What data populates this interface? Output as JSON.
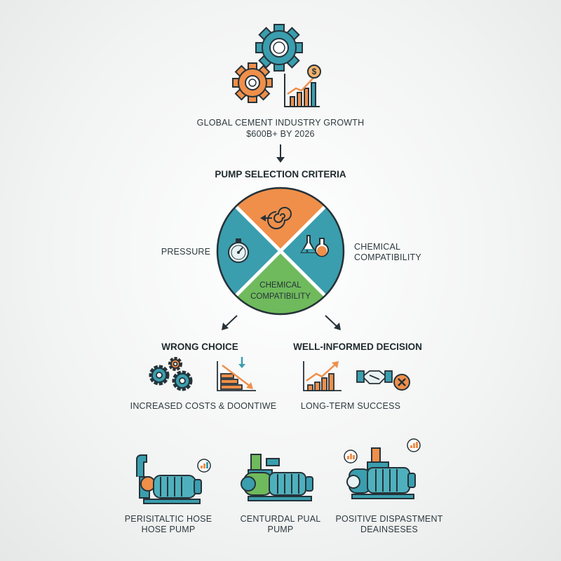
{
  "top": {
    "line1": "GLOBAL CEMENT INDUSTRY GROWTH",
    "line2": "$600B+ BY 2026"
  },
  "criteria": {
    "title": "PUMP SELECTION CRITERIA",
    "left_label": "PRESSURE",
    "right_label_1": "CHEMICAL",
    "right_label_2": "COMPATIBILITY",
    "bottom_seg_1": "CHEMICAL",
    "bottom_seg_2": "COMPATIBILITY"
  },
  "outcomes": {
    "wrong": {
      "title": "WRONG CHOICE",
      "caption": "INCREASED COSTS & DOONTIWE"
    },
    "good": {
      "title": "WELL-INFORMED DECISION",
      "caption": "LONG-TERM SUCCESS"
    }
  },
  "pumps": [
    {
      "line1": "PERISITALTIC HOSE",
      "line2": "HOSE PUMP"
    },
    {
      "line1": "CENTURDAL PUAL",
      "line2": "PUMP"
    },
    {
      "line1": "POSITIVE DISPASTMENT",
      "line2": "DEAINSESES"
    }
  ],
  "colors": {
    "teal": "#3a9eae",
    "orange": "#ef8f4a",
    "green": "#6fba5c",
    "outline": "#263238"
  }
}
